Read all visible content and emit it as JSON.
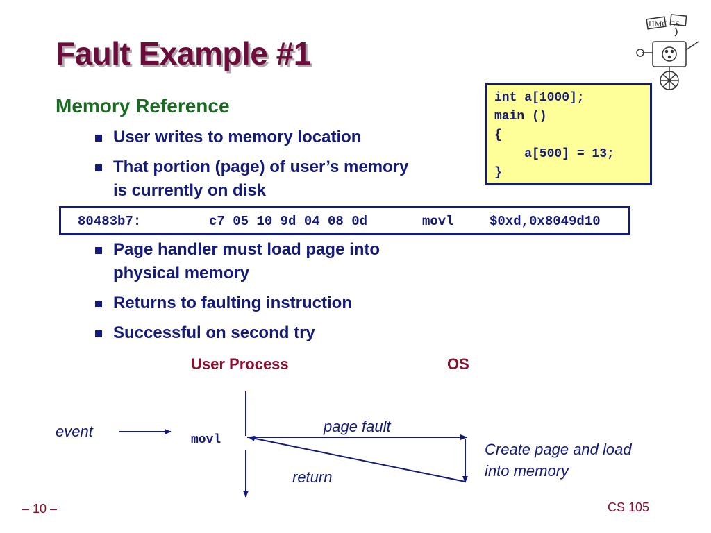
{
  "slide": {
    "title": "Fault Example #1",
    "subheading": "Memory Reference",
    "bullets": [
      {
        "lines": [
          "User writes to memory location"
        ]
      },
      {
        "lines": [
          "That portion (page) of user’s memory",
          "is currently on disk"
        ]
      },
      {
        "lines": [
          "Page handler must load page into",
          "physical memory"
        ]
      },
      {
        "lines": [
          "Returns to faulting instruction"
        ]
      },
      {
        "lines": [
          "Successful on second try"
        ]
      }
    ],
    "code": [
      "int a[1000];",
      "main ()",
      "{",
      "    a[500] = 13;",
      "}"
    ],
    "asm": {
      "address": "80483b7:",
      "bytes": "c7 05 10 9d 04 08 0d",
      "mnemonic": "movl",
      "operands": "$0xd,0x8049d10"
    },
    "diagram": {
      "user_process_label": "User Process",
      "os_label": "OS",
      "event_label": "event",
      "instruction_label": "movl",
      "page_fault_label": "page fault",
      "return_label": "return",
      "os_action_lines": [
        "Create page and load",
        "into memory"
      ]
    },
    "logo": {
      "text": "HMC CS",
      "icon": "robot-logo-icon"
    },
    "footer": {
      "page": "– 10 –",
      "course": "CS 105"
    },
    "colors": {
      "title": "#6b0d3a",
      "subheading": "#1a6b22",
      "text": "#141a78",
      "code_bg": "#ffff99",
      "labels": "#8a0f2f"
    }
  }
}
